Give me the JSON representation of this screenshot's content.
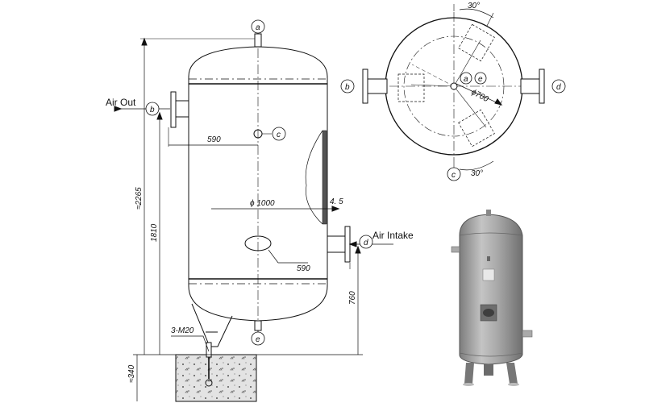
{
  "labels": {
    "air_out": "Air Out",
    "air_intake": "Air Intake"
  },
  "nozzle_tags": {
    "a": "a",
    "b": "b",
    "c": "c",
    "d": "d",
    "e": "e"
  },
  "dimensions": {
    "side_nozzle_offset_top": "590",
    "shell_diameter": "ϕ 1000",
    "wall_thickness": "4. 5",
    "side_nozzle_offset_bottom": "590",
    "overall_height": "≈2265",
    "shell_height": "1810",
    "intake_height": "760",
    "base_height": "≈340",
    "anchor_bolts": "3-M20"
  },
  "top_view": {
    "angle_top": "30°",
    "angle_bottom": "30°",
    "pcd": "ϕ700"
  },
  "colors": {
    "line": "#111111",
    "concrete_fill": "#dcdcdc",
    "photo_tank": "#9a9a9a"
  }
}
